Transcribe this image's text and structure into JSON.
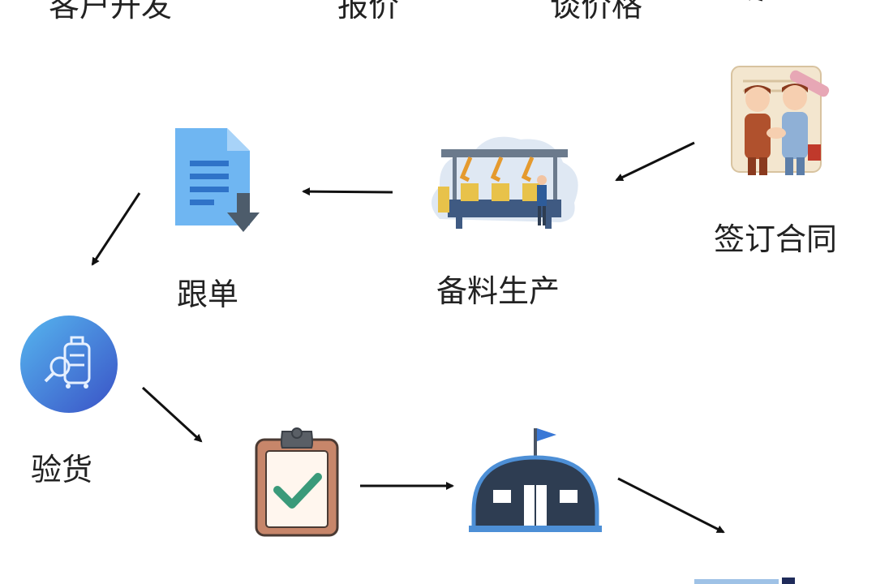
{
  "steps": {
    "customer_dev": "客户开发",
    "quote": "报价",
    "negotiate": "谈价格",
    "sign_contract": "签订合同",
    "production": "备料生产",
    "follow_order": "跟单",
    "inspection": "验货"
  },
  "icons": {
    "contract": "handshake-contract-icon",
    "production": "factory-production-line-icon",
    "follow_order": "document-download-icon",
    "inspection": "luggage-inspection-icon",
    "checklist": "clipboard-check-icon",
    "warehouse": "warehouse-flag-icon",
    "next": "next-step-icon"
  },
  "colors": {
    "text": "#222222",
    "arrow": "#111111",
    "document_blue": "#5ba8ee",
    "circle_blue": "#3a7fd6",
    "check_green": "#3a9a7a",
    "clipboard_brown": "#c7866a",
    "warehouse_navy": "#2e3d52"
  }
}
